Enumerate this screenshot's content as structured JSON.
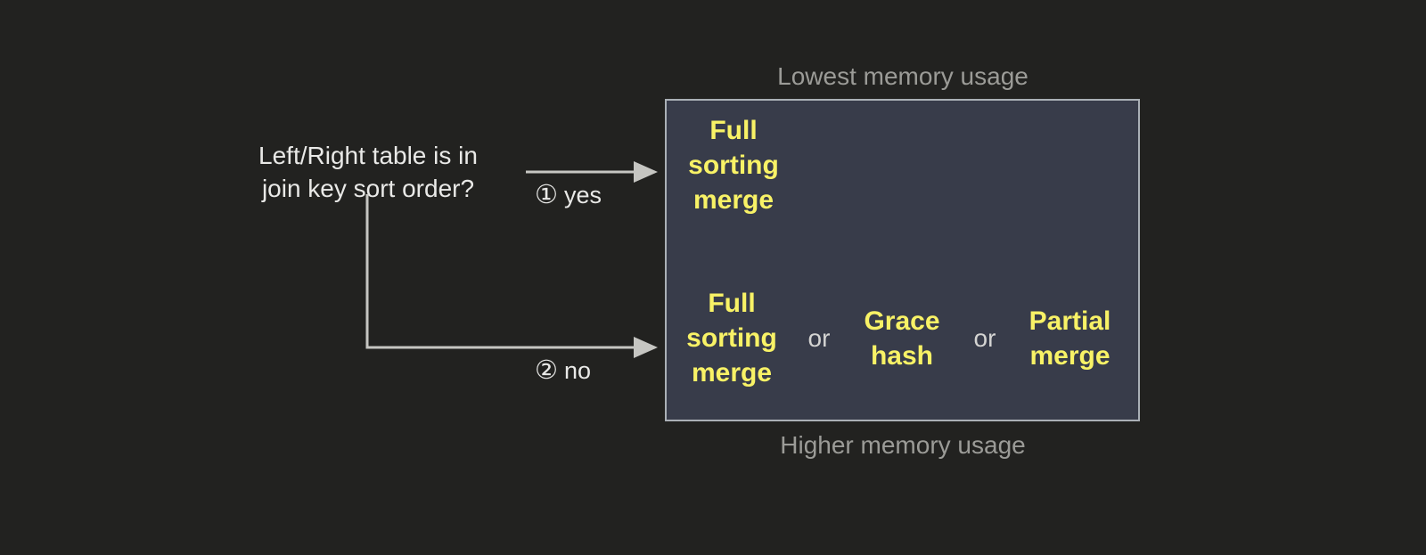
{
  "diagram": {
    "decision": {
      "question": "Left/Right table is in\njoin key sort order?"
    },
    "branches": [
      {
        "marker": "①",
        "label": "yes",
        "name": "yes"
      },
      {
        "marker": "②",
        "label": "no",
        "name": "no"
      }
    ],
    "captions": {
      "top": "Lowest memory usage",
      "bottom": "Higher memory usage"
    },
    "panel": {
      "rows": [
        {
          "name": "sorted-input",
          "options": [
            {
              "text": "Full\nsorting\nmerge"
            }
          ],
          "separators": []
        },
        {
          "name": "unsorted-input",
          "options": [
            {
              "text": "Full\nsorting\nmerge"
            },
            {
              "text": "Grace\nhash"
            },
            {
              "text": "Partial\nmerge"
            }
          ],
          "separators": [
            "or",
            "or"
          ]
        }
      ]
    },
    "colors": {
      "background": "#222220",
      "panel_fill": "#383c4a",
      "panel_border": "#aab0b6",
      "option_text": "#f8f266",
      "body_text": "#e9e9e7",
      "caption_text": "#9b9b97",
      "connector": "#c6c6c2"
    }
  }
}
